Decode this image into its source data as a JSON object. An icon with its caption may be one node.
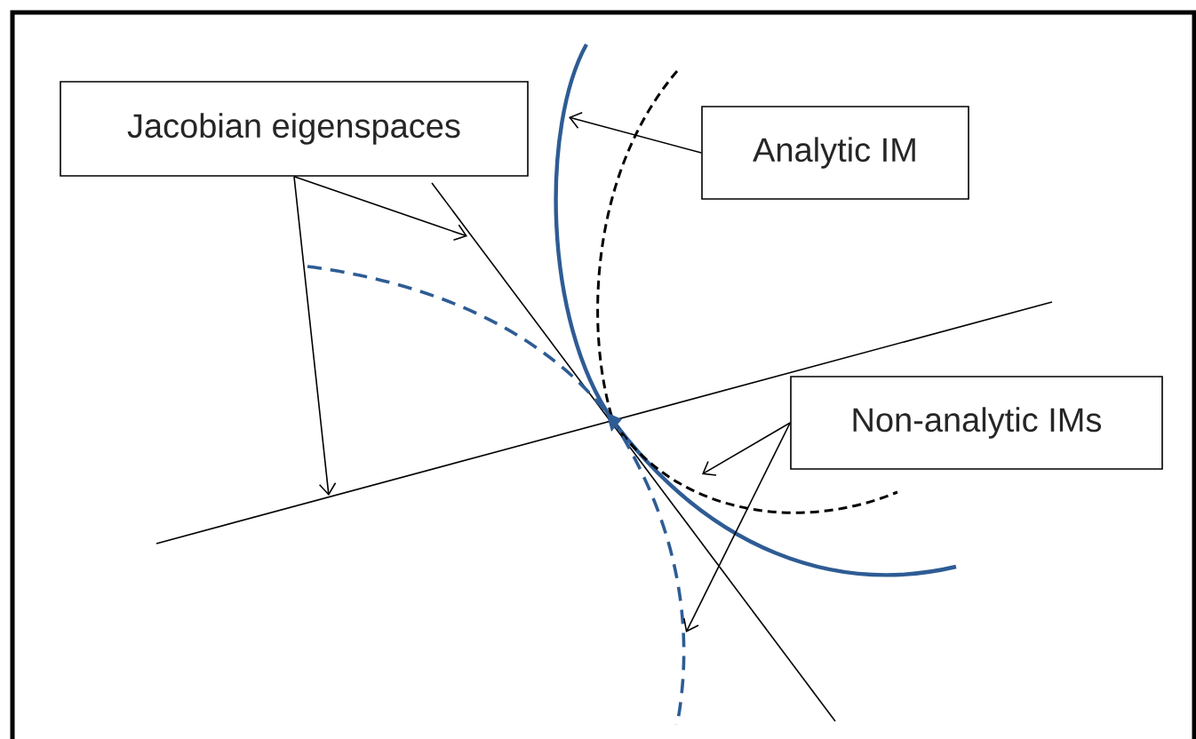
{
  "diagram": {
    "nodes": [
      {
        "text": [
          "Jacobian eigenspaces"
        ]
      },
      {
        "text": [
          "Analytic IM"
        ]
      },
      {
        "text": [
          "Non-analytic IMs"
        ]
      }
    ],
    "edges": [
      {
        "from": 0,
        "to": null,
        "arrow": "to"
      },
      {
        "from": 0,
        "to": null,
        "arrow": "to"
      },
      {
        "from": 1,
        "to": null,
        "arrow": "to"
      },
      {
        "from": 2,
        "to": null,
        "arrow": "to"
      },
      {
        "from": 2,
        "to": null,
        "arrow": "to"
      }
    ]
  }
}
